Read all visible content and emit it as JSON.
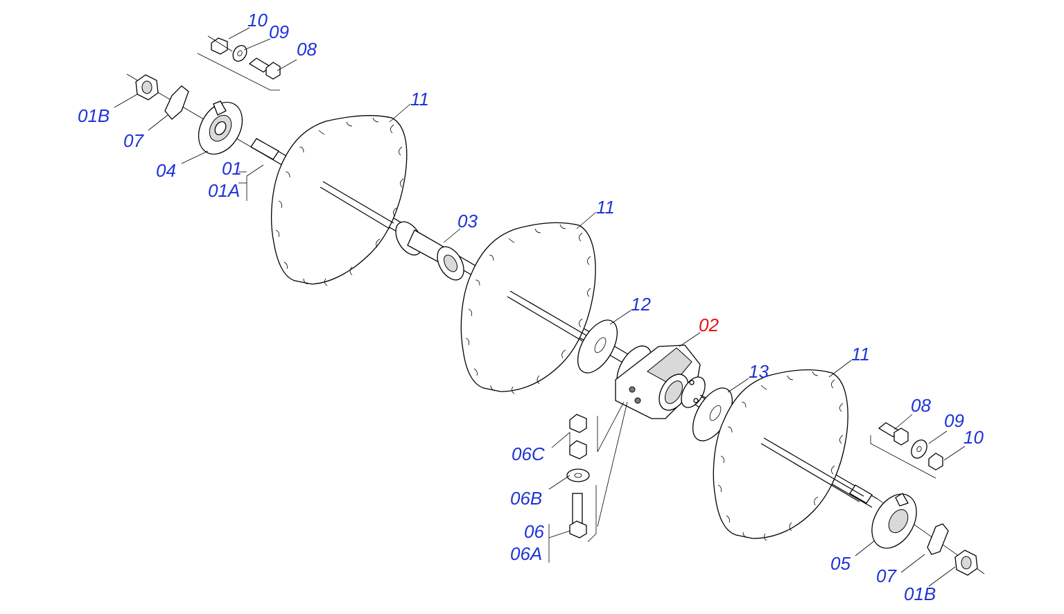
{
  "colors": {
    "label": "#1f33d6",
    "highlight": "#e8121a",
    "line": "#000000"
  },
  "labels": [
    {
      "id": "l10_top",
      "text": "10",
      "color": "label"
    },
    {
      "id": "l09_top",
      "text": "09",
      "color": "label"
    },
    {
      "id": "l08_top",
      "text": "08",
      "color": "label"
    },
    {
      "id": "l01b_top",
      "text": "01B",
      "color": "label"
    },
    {
      "id": "l07_top",
      "text": "07",
      "color": "label"
    },
    {
      "id": "l04",
      "text": "04",
      "color": "label"
    },
    {
      "id": "l01",
      "text": "01",
      "color": "label"
    },
    {
      "id": "l01a",
      "text": "01A",
      "color": "label"
    },
    {
      "id": "l11_a",
      "text": "11",
      "color": "label"
    },
    {
      "id": "l03",
      "text": "03",
      "color": "label"
    },
    {
      "id": "l11_b",
      "text": "11",
      "color": "label"
    },
    {
      "id": "l12",
      "text": "12",
      "color": "label"
    },
    {
      "id": "l02",
      "text": "02",
      "color": "highlight"
    },
    {
      "id": "l13",
      "text": "13",
      "color": "label"
    },
    {
      "id": "l11_c",
      "text": "11",
      "color": "label"
    },
    {
      "id": "l08_bot",
      "text": "08",
      "color": "label"
    },
    {
      "id": "l09_bot",
      "text": "09",
      "color": "label"
    },
    {
      "id": "l10_bot",
      "text": "10",
      "color": "label"
    },
    {
      "id": "l06c",
      "text": "06C",
      "color": "label"
    },
    {
      "id": "l06b",
      "text": "06B",
      "color": "label"
    },
    {
      "id": "l06",
      "text": "06",
      "color": "label"
    },
    {
      "id": "l06a",
      "text": "06A",
      "color": "label"
    },
    {
      "id": "l05",
      "text": "05",
      "color": "label"
    },
    {
      "id": "l07_bot",
      "text": "07",
      "color": "label"
    },
    {
      "id": "l01b_bot",
      "text": "01B",
      "color": "label"
    }
  ]
}
